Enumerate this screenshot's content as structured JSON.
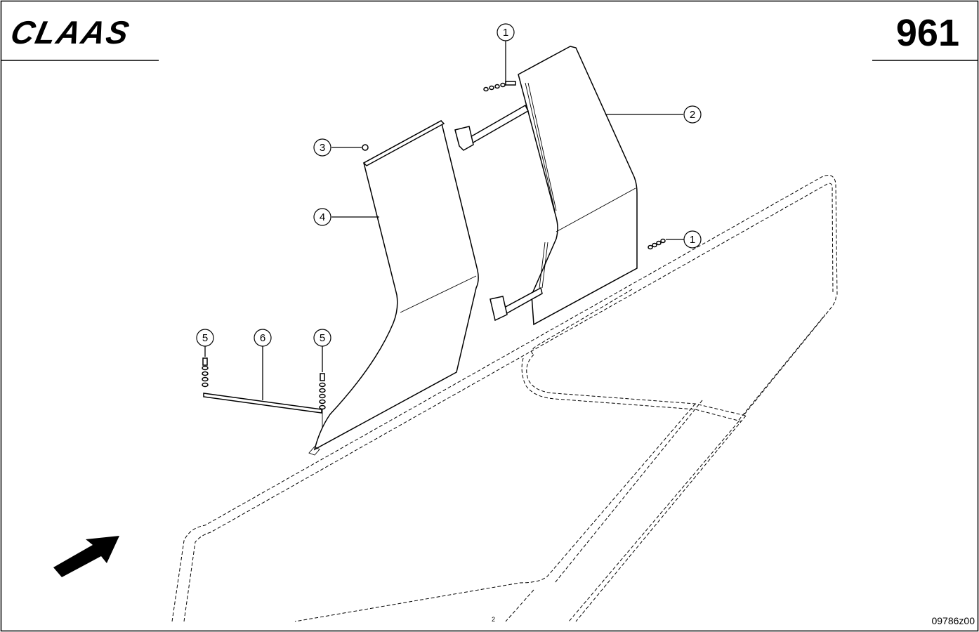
{
  "header": {
    "brand": "CLAAS",
    "page_number": "961"
  },
  "callouts": [
    {
      "label": "1"
    },
    {
      "label": "2"
    },
    {
      "label": "3"
    },
    {
      "label": "4"
    },
    {
      "label": "1"
    },
    {
      "label": "5"
    },
    {
      "label": "6"
    },
    {
      "label": "5"
    }
  ],
  "footer": {
    "drawing_number": "09786z00",
    "small_mark": "2"
  }
}
